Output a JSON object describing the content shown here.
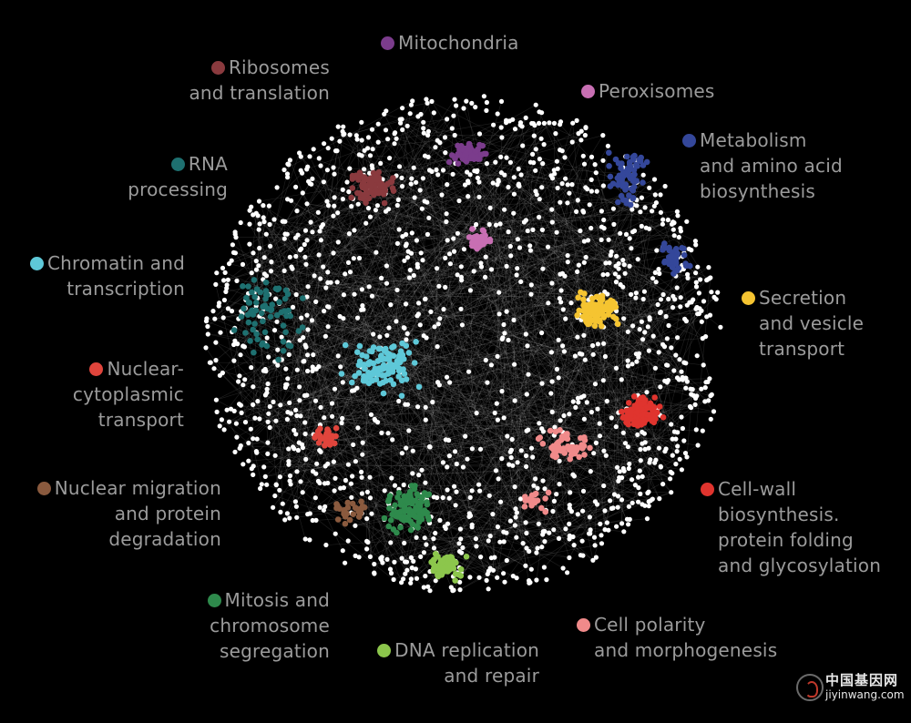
{
  "labels": {
    "mitochondria": "Mitochondria",
    "ribosomes": [
      "Ribosomes",
      "and translation"
    ],
    "peroxisomes": "Peroxisomes",
    "metabolism": [
      "Metabolism",
      "and amino acid",
      "biosynthesis"
    ],
    "rna": [
      "RNA",
      "processing"
    ],
    "chromatin": [
      "Chromatin and",
      "transcription"
    ],
    "secretion": [
      "Secretion",
      "and vesicle",
      "transport"
    ],
    "nuclear_cyto": [
      "Nuclear-",
      "cytoplasmic",
      "transport"
    ],
    "nuclear_migration": [
      "Nuclear migration",
      "and protein",
      "degradation"
    ],
    "cell_wall": [
      "Cell-wall",
      "biosynthesis.",
      "protein folding",
      "and glycosylation"
    ],
    "mitosis": [
      "Mitosis and",
      "chromosome",
      "segregation"
    ],
    "dna": [
      "DNA replication",
      "and repair"
    ],
    "polarity": [
      "Cell polarity",
      "and morphogenesis"
    ]
  },
  "colors": {
    "mitochondria": "#7b3c8c",
    "ribosomes": "#8a3a3e",
    "peroxisomes": "#c86fb3",
    "metabolism": "#34479a",
    "rna": "#1e7070",
    "chromatin": "#5ec8d8",
    "secretion": "#f5c431",
    "nuclear_cyto": "#e0453c",
    "nuclear_migration": "#8a5a3e",
    "cell_wall": "#e0342e",
    "mitosis": "#2e8a4c",
    "dna": "#8cc64c",
    "polarity": "#f08a8a",
    "background_nodes": "#ffffff",
    "edges": "#ffffff",
    "label_text": "#9b9b9b"
  },
  "watermark": {
    "cn": "中国基因网",
    "en": "jiyinwang.com"
  }
}
